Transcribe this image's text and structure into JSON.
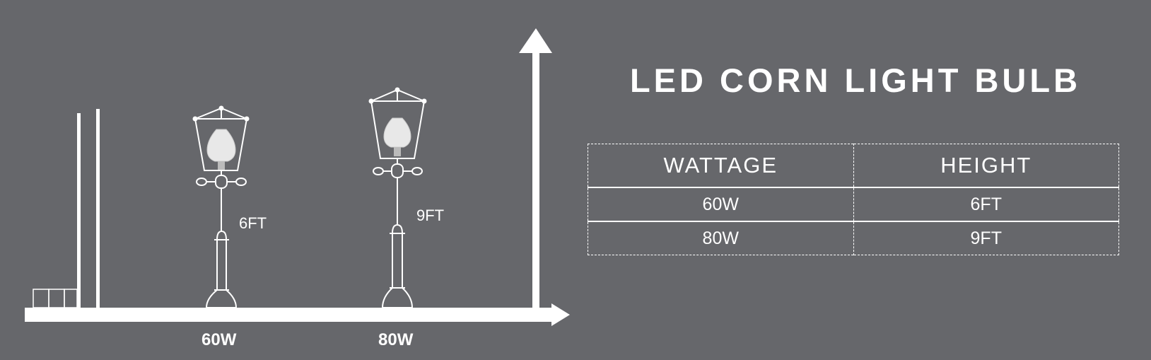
{
  "title": "LED CORN LIGHT BULB",
  "diagram": {
    "lamps": [
      {
        "height_label": "6FT",
        "wattage_label": "60W"
      },
      {
        "height_label": "9FT",
        "wattage_label": "80W"
      }
    ]
  },
  "table": {
    "headers": [
      "WATTAGE",
      "HEIGHT"
    ],
    "rows": [
      [
        "60W",
        "6FT"
      ],
      [
        "80W",
        "9FT"
      ]
    ]
  },
  "colors": {
    "background": "#66676b",
    "foreground": "#ffffff"
  }
}
